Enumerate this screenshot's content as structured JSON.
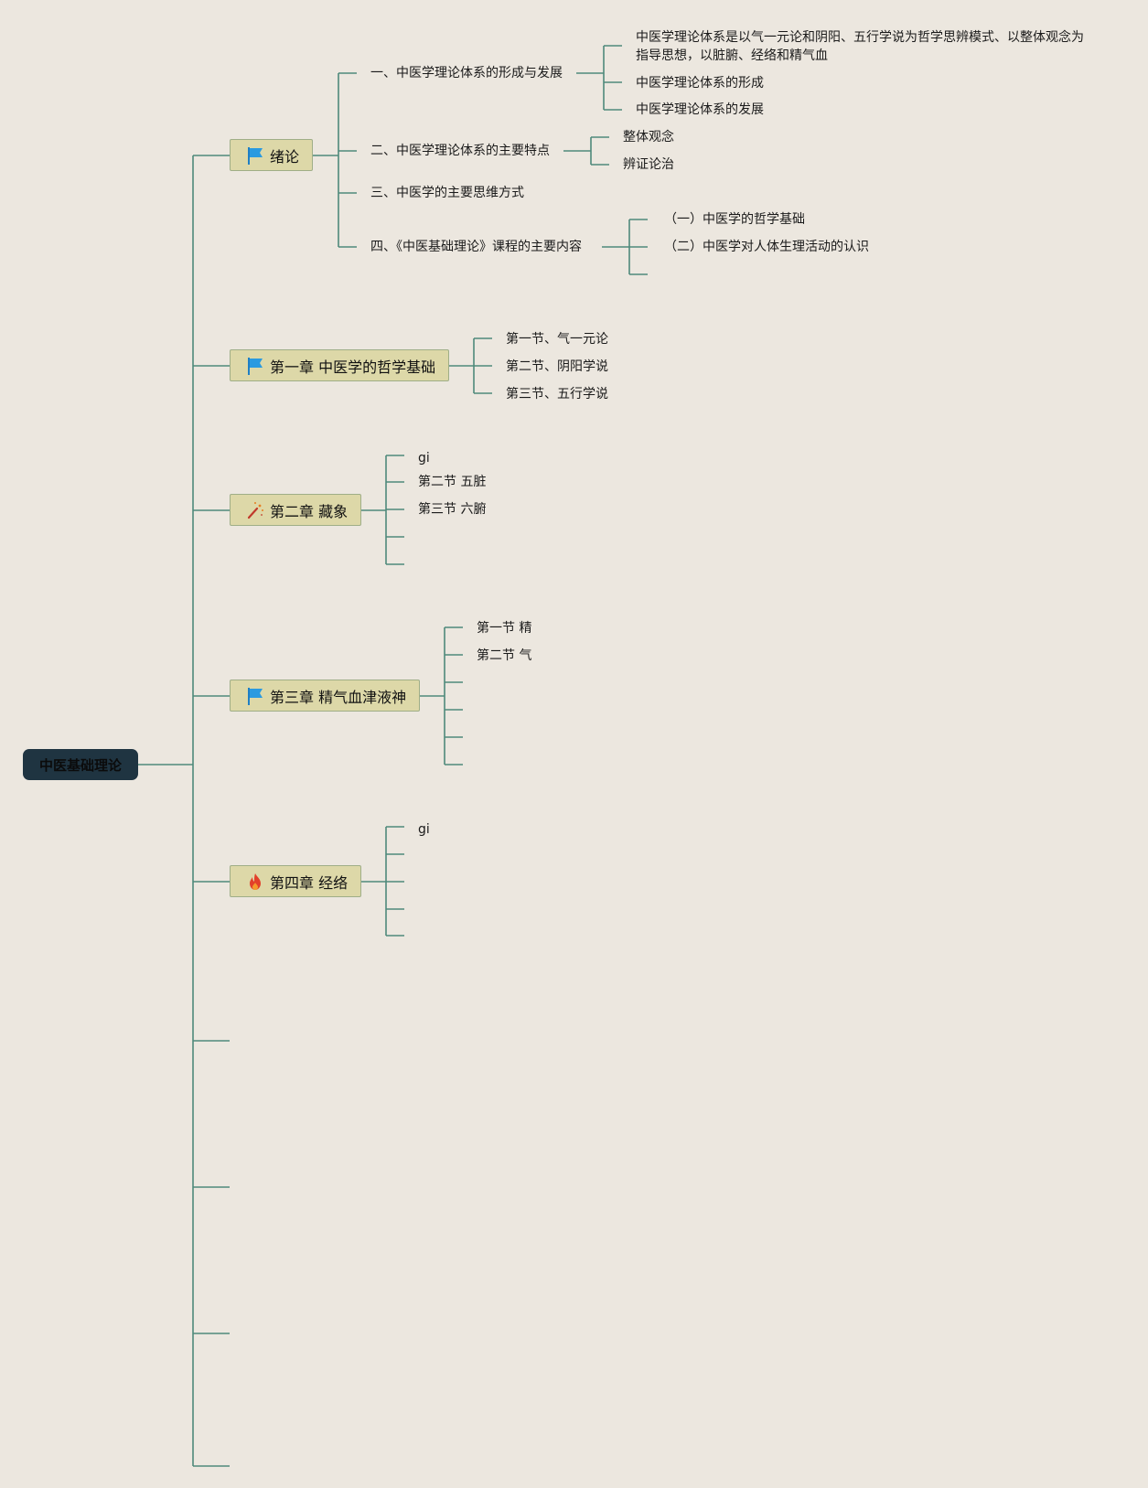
{
  "root": {
    "label": "中医基础理论"
  },
  "colors": {
    "line": "#4e8a7b",
    "root_bg": "#1f3441",
    "chapter_bg": "#ddd8a8",
    "background": "#ece7df"
  },
  "chapters": [
    {
      "label": "绪论",
      "icon": "blue-flag-icon",
      "topics": [
        {
          "label": "一、中医学理论体系的形成与发展",
          "children": [
            "中医学理论体系是以气一元论和阴阳、五行学说为哲学思辨模式、以整体观念为指导思想，以脏腑、经络和精气血",
            "中医学理论体系的形成",
            "中医学理论体系的发展"
          ]
        },
        {
          "label": "二、中医学理论体系的主要特点",
          "children": [
            "整体观念",
            "辨证论治"
          ]
        },
        {
          "label": "三、中医学的主要思维方式",
          "children": []
        },
        {
          "label": "四、《中医基础理论》课程的主要内容",
          "children": [
            "（一）中医学的哲学基础",
            "（二）中医学对人体生理活动的认识",
            ""
          ]
        }
      ]
    },
    {
      "label": "第一章 中医学的哲学基础",
      "icon": "blue-flag-icon",
      "topics": [
        "第一节、气一元论",
        "第二节、阴阳学说",
        "第三节、五行学说"
      ]
    },
    {
      "label": "第二章 藏象",
      "icon": "magic-wand-icon",
      "topics": [
        "gi",
        "第二节 五脏",
        "第三节 六腑",
        "",
        ""
      ]
    },
    {
      "label": "第三章 精气血津液神",
      "icon": "blue-flag-icon",
      "topics": [
        "第一节 精",
        "第二节 气",
        "",
        "",
        "",
        ""
      ]
    },
    {
      "label": "第四章 经络",
      "icon": "fire-icon",
      "topics": [
        "gi",
        "",
        "",
        "",
        ""
      ]
    },
    {
      "label": "",
      "icon": "",
      "topics": []
    },
    {
      "label": "",
      "icon": "",
      "topics": []
    },
    {
      "label": "",
      "icon": "",
      "topics": []
    },
    {
      "label": "",
      "icon": "",
      "topics": []
    }
  ]
}
